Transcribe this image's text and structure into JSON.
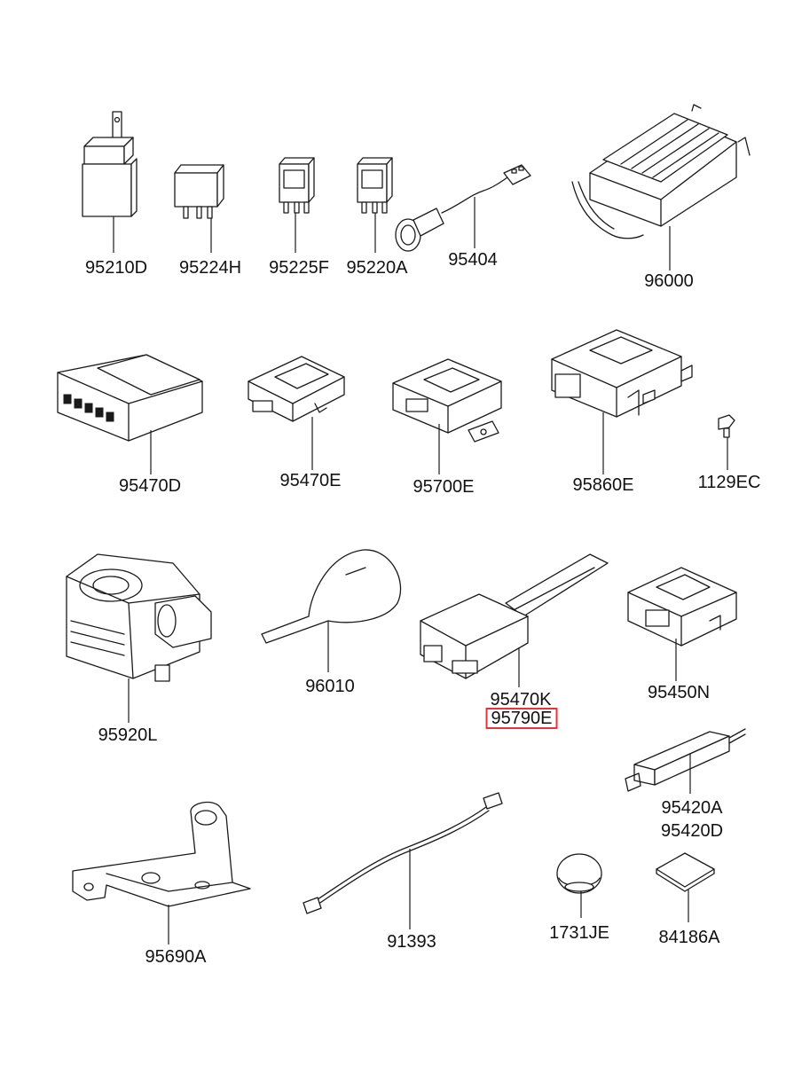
{
  "diagram": {
    "highlight_color": "#e8333c",
    "parts": [
      {
        "id": "p1",
        "label": "95210D"
      },
      {
        "id": "p2",
        "label": "95224H"
      },
      {
        "id": "p3",
        "label": "95225F"
      },
      {
        "id": "p4",
        "label": "95220A"
      },
      {
        "id": "p5",
        "label": "95404"
      },
      {
        "id": "p6",
        "label": "96000"
      },
      {
        "id": "p7",
        "label": "95470D"
      },
      {
        "id": "p8",
        "label": "95470E"
      },
      {
        "id": "p9",
        "label": "95700E"
      },
      {
        "id": "p10",
        "label": "95860E"
      },
      {
        "id": "p11",
        "label": "1129EC"
      },
      {
        "id": "p12",
        "label": "95920L"
      },
      {
        "id": "p13",
        "label": "96010"
      },
      {
        "id": "p14",
        "label": "95470K"
      },
      {
        "id": "p15",
        "label": "95790E",
        "highlighted": true
      },
      {
        "id": "p16",
        "label": "95450N"
      },
      {
        "id": "p17",
        "label": "95420A"
      },
      {
        "id": "p18",
        "label": "95420D"
      },
      {
        "id": "p19",
        "label": "95690A"
      },
      {
        "id": "p20",
        "label": "91393"
      },
      {
        "id": "p21",
        "label": "1731JE"
      },
      {
        "id": "p22",
        "label": "84186A"
      }
    ]
  }
}
